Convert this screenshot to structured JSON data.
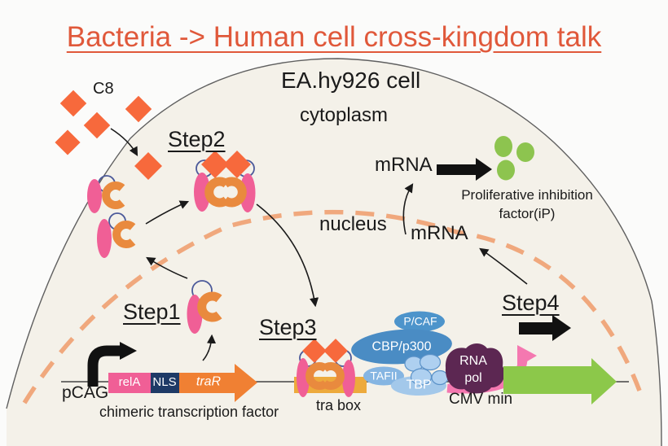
{
  "title": {
    "text": "Bacteria -> Human cell cross-kingdom talk"
  },
  "cell": {
    "label": "EA.hy926 cell",
    "cytoplasm": "cytoplasm",
    "nucleus": "nucleus"
  },
  "ligand": {
    "label": "C8"
  },
  "steps": {
    "step1": "Step1",
    "step2": "Step2",
    "step3": "Step3",
    "step4": "Step4"
  },
  "mrna": {
    "cytoplasm": "mRNA",
    "nucleus": "mRNA"
  },
  "product": {
    "label": "Proliferative inhibition factor(iP)"
  },
  "construct": {
    "promoter": "pCAG",
    "rela": "relA",
    "nls": "NLS",
    "trar": "traR",
    "caption": "chimeric transcription factor"
  },
  "reporter": {
    "tra_box": "tra box",
    "cmv_min": "CMV min"
  },
  "machinery": {
    "pcaf": "P/CAF",
    "cbp_p300": "CBP/p300",
    "tafii": "TAFII",
    "tbp": "TBP",
    "rna_pol": "RNA pol"
  },
  "colors": {
    "title": "#e0583a",
    "c8_diamond": "#f7693c",
    "trar_domain_orange": "#e98a3e",
    "rela_domain_pink": "#f05f96",
    "nls_navy": "#1e3a66",
    "trar_arrow": "#f08033",
    "tra_box_gold": "#edaa3c",
    "green_arrow": "#8cc84a",
    "ip_green": "#8dc44f",
    "coactivator_blue": "#4a8cc4",
    "pcaf_blue": "#4d94cb",
    "tafii_blue": "#85b5e2",
    "tbp_blue": "#a3c8ea",
    "rna_pol_purple": "#5c2752",
    "nucleus_dash": "#f0a87d",
    "pink_arrow": "#f478b0",
    "membrane_gray": "#5f5f5f",
    "cell_fill": "#f4f1e9"
  }
}
